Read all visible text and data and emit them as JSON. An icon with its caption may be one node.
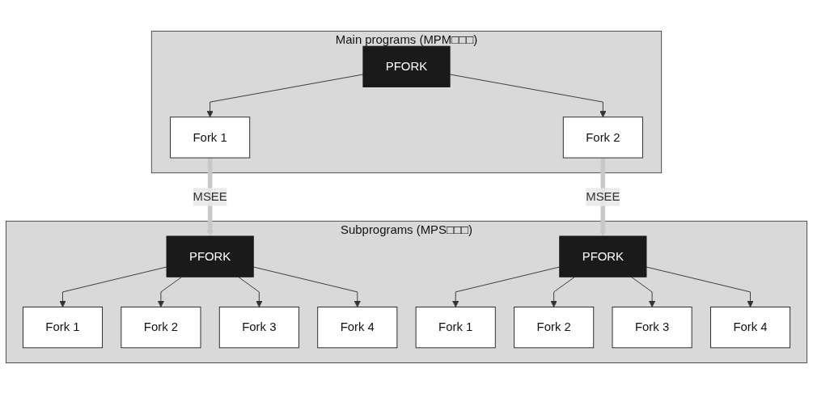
{
  "diagram": {
    "nodes": [
      {
        "text": [
          "Main programs (MPM□□□)"
        ]
      },
      {
        "text": [
          "PFORK"
        ],
        "in": 0
      },
      {
        "text": [
          "Fork 1"
        ],
        "in": 0
      },
      {
        "text": [
          "Fork 2"
        ],
        "in": 0
      },
      {
        "text": [
          "Subprograms (MPS□□□)"
        ]
      },
      {
        "text": [
          "PFORK"
        ],
        "in": 4
      },
      {
        "text": [
          "Fork 1"
        ],
        "in": 4
      },
      {
        "text": [
          "Fork 2"
        ],
        "in": 4
      },
      {
        "text": [
          "Fork 3"
        ],
        "in": 4
      },
      {
        "text": [
          "Fork 4"
        ],
        "in": 4
      },
      {
        "text": [
          "PFORK"
        ],
        "in": 4
      },
      {
        "text": [
          "Fork 1"
        ],
        "in": 4
      },
      {
        "text": [
          "Fork 2"
        ],
        "in": 4
      },
      {
        "text": [
          "Fork 3"
        ],
        "in": 4
      },
      {
        "text": [
          "Fork 4"
        ],
        "in": 4
      }
    ],
    "edges": [
      {
        "from": 1,
        "to": 2,
        "arrow": "to"
      },
      {
        "from": 1,
        "to": 3,
        "arrow": "to"
      },
      {
        "from": 2,
        "to": 5,
        "arrow": "to",
        "label": "MSEE",
        "style": "thick",
        "color": "#c8c8c8"
      },
      {
        "from": 3,
        "to": 10,
        "arrow": "to",
        "label": "MSEE",
        "style": "thick",
        "color": "#c8c8c8"
      },
      {
        "from": 5,
        "to": 6,
        "arrow": "to"
      },
      {
        "from": 5,
        "to": 7,
        "arrow": "to"
      },
      {
        "from": 5,
        "to": 8,
        "arrow": "to"
      },
      {
        "from": 5,
        "to": 9,
        "arrow": "to"
      },
      {
        "from": 10,
        "to": 11,
        "arrow": "to"
      },
      {
        "from": 10,
        "to": 12,
        "arrow": "to"
      },
      {
        "from": 10,
        "to": 13,
        "arrow": "to"
      },
      {
        "from": 10,
        "to": 14,
        "arrow": "to"
      }
    ]
  }
}
